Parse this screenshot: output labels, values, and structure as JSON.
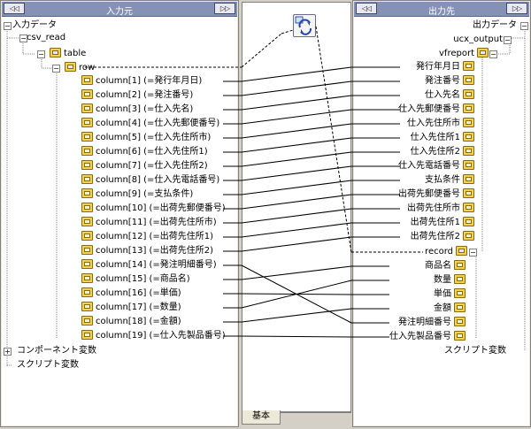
{
  "left": {
    "header": "入力元",
    "root": "入力データ",
    "csv": "csv_read",
    "table": "table",
    "row": "row",
    "columns": [
      "column[1] (=発行年月日)",
      "column[2] (=発注番号)",
      "column[3] (=仕入先名)",
      "column[4] (=仕入先郵便番号)",
      "column[5] (=仕入先住所市)",
      "column[6] (=仕入先住所1)",
      "column[7] (=仕入先住所2)",
      "column[8] (=仕入先電話番号)",
      "column[9] (=支払条件)",
      "column[10] (=出荷先郵便番号)",
      "column[11] (=出荷先住所市)",
      "column[12] (=出荷先住所1)",
      "column[13] (=出荷先住所2)",
      "column[14] (=発注明細番号)",
      "column[15] (=商品名)",
      "column[16] (=単価)",
      "column[17] (=数量)",
      "column[18] (=金額)",
      "column[19] (=仕入先製品番号)"
    ],
    "component_vars": "コンポーネント変数",
    "script_vars": "スクリプト変数"
  },
  "right": {
    "header": "出力先",
    "root": "出力データ",
    "ucx": "ucx_output",
    "vfreport": "vfreport",
    "fields": [
      "発行年月日",
      "発注番号",
      "仕入先名",
      "仕入先郵便番号",
      "仕入先住所市",
      "仕入先住所1",
      "仕入先住所2",
      "仕入先電話番号",
      "支払条件",
      "出荷先郵便番号",
      "出荷先住所市",
      "出荷先住所1",
      "出荷先住所2"
    ],
    "record": "record",
    "record_fields": [
      "商品名",
      "数量",
      "単価",
      "金額",
      "発注明細番号",
      "仕入先製品番号"
    ],
    "script_vars": "スクリプト変数"
  },
  "buttons": {
    "collapse_left": "◁◁",
    "expand_right": "▷▷"
  },
  "tab_label": "基本",
  "mapping": {
    "col_to_field": [
      0,
      1,
      2,
      3,
      4,
      5,
      6,
      7,
      8,
      9,
      10,
      11,
      12
    ],
    "col_to_record": [
      [
        13,
        4
      ],
      [
        14,
        0
      ],
      [
        15,
        2
      ],
      [
        16,
        1
      ],
      [
        17,
        3
      ],
      [
        18,
        5
      ]
    ]
  }
}
